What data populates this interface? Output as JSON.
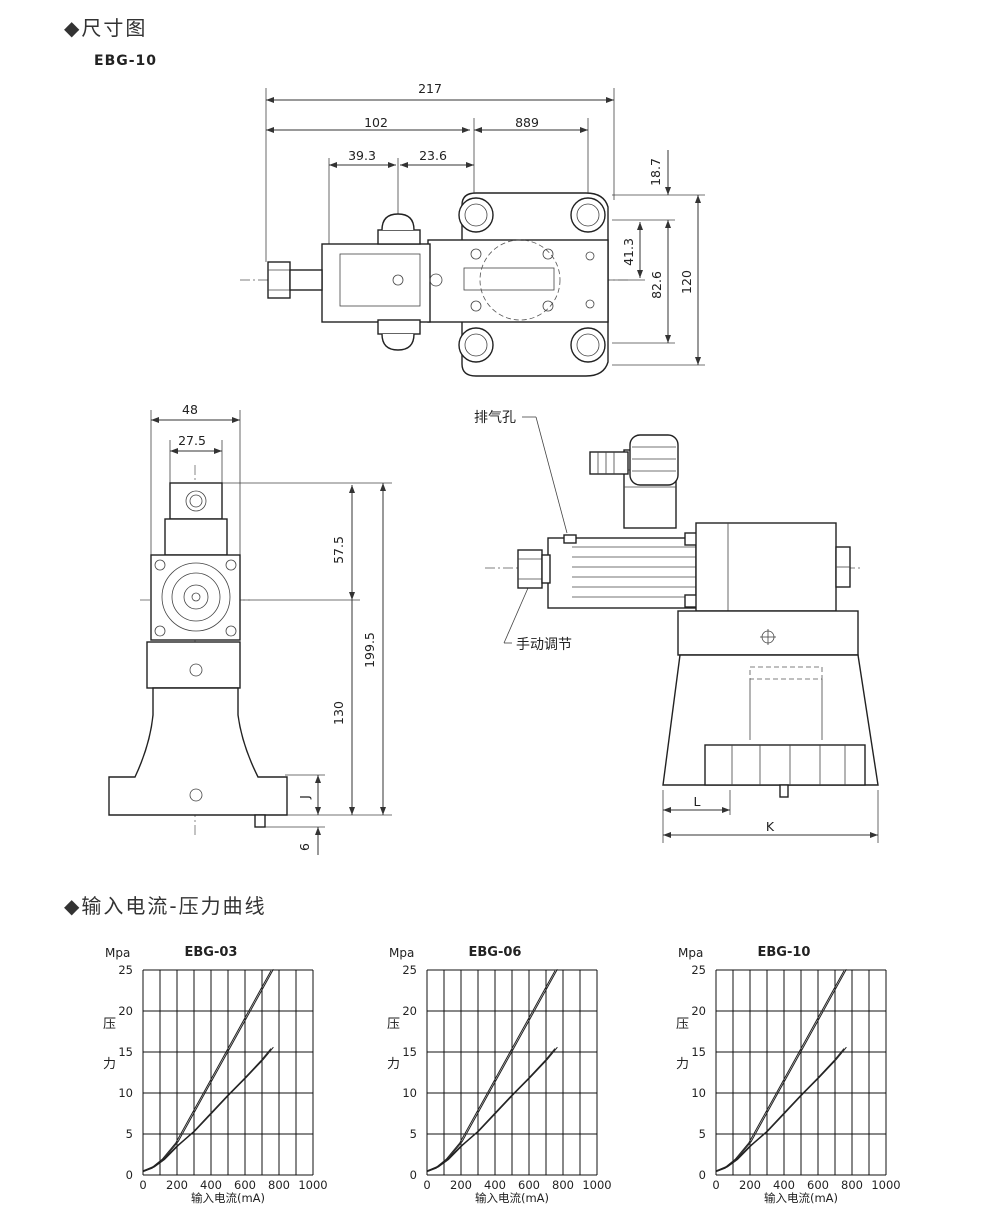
{
  "section_dimensions": {
    "diamond": "◆",
    "title": "尺寸图"
  },
  "drawing_model": "EBG-10",
  "top_view": {
    "dims": {
      "d217": "217",
      "d102": "102",
      "d889": "889",
      "d393": "39.3",
      "d236": "23.6",
      "d187": "18.7",
      "d413": "41.3",
      "d826": "82.6",
      "d120": "120"
    }
  },
  "front_view": {
    "dims": {
      "d48": "48",
      "d275": "27.5",
      "d575": "57.5",
      "d1995": "199.5",
      "d130": "130",
      "dJ": "J",
      "d6": "6"
    }
  },
  "side_view": {
    "labels": {
      "vent": "排气孔",
      "manual": "手动调节"
    },
    "dims": {
      "dL": "L",
      "dK": "K"
    }
  },
  "section_curves": {
    "diamond": "◆",
    "title": "输入电流-压力曲线"
  },
  "chart_common": {
    "y_unit": "Mpa",
    "y_label_1": "压",
    "y_label_2": "力",
    "x_label": "输入电流(mA)",
    "x_ticks": [
      "0",
      "200",
      "400",
      "600",
      "800",
      "1000"
    ],
    "y_ticks": [
      "0",
      "5",
      "10",
      "15",
      "20",
      "25"
    ]
  },
  "chart_data": [
    {
      "type": "line",
      "title": "EBG-03",
      "xlabel": "输入电流(mA)",
      "ylabel": "压力",
      "xlim": [
        0,
        1000
      ],
      "ylim": [
        0,
        25
      ],
      "grid": true,
      "series": [
        {
          "x": [
            0,
            60,
            120,
            200,
            280,
            360,
            440,
            520,
            600,
            680,
            760
          ],
          "y": [
            0.5,
            1.0,
            2.0,
            4.0,
            7.0,
            10.0,
            13.0,
            16.0,
            19.0,
            22.0,
            25.0
          ]
        },
        {
          "x": [
            0,
            60,
            120,
            200,
            300,
            400,
            500,
            600,
            700,
            760
          ],
          "y": [
            0.4,
            0.9,
            1.8,
            3.5,
            5.3,
            7.5,
            9.7,
            11.8,
            14.0,
            15.5
          ]
        }
      ]
    },
    {
      "type": "line",
      "title": "EBG-06",
      "xlabel": "输入电流(mA)",
      "ylabel": "压力",
      "xlim": [
        0,
        1000
      ],
      "ylim": [
        0,
        25
      ],
      "grid": true,
      "series": [
        {
          "x": [
            0,
            60,
            120,
            200,
            280,
            360,
            440,
            520,
            600,
            680,
            760
          ],
          "y": [
            0.5,
            1.0,
            2.0,
            4.0,
            7.0,
            10.0,
            13.0,
            16.0,
            19.0,
            22.0,
            25.0
          ]
        },
        {
          "x": [
            0,
            60,
            120,
            200,
            300,
            400,
            500,
            600,
            700,
            760
          ],
          "y": [
            0.4,
            0.9,
            1.8,
            3.5,
            5.3,
            7.5,
            9.7,
            11.8,
            14.0,
            15.5
          ]
        }
      ]
    },
    {
      "type": "line",
      "title": "EBG-10",
      "xlabel": "输入电流(mA)",
      "ylabel": "压力",
      "xlim": [
        0,
        1000
      ],
      "ylim": [
        0,
        25
      ],
      "grid": true,
      "series": [
        {
          "x": [
            0,
            60,
            120,
            200,
            280,
            360,
            440,
            520,
            600,
            680,
            760
          ],
          "y": [
            0.5,
            1.0,
            2.0,
            4.0,
            7.0,
            10.0,
            13.0,
            16.0,
            19.0,
            22.0,
            25.0
          ]
        },
        {
          "x": [
            0,
            60,
            120,
            200,
            300,
            400,
            500,
            600,
            700,
            760
          ],
          "y": [
            0.4,
            0.9,
            1.8,
            3.5,
            5.3,
            7.5,
            9.7,
            11.8,
            14.0,
            15.5
          ]
        }
      ]
    }
  ]
}
